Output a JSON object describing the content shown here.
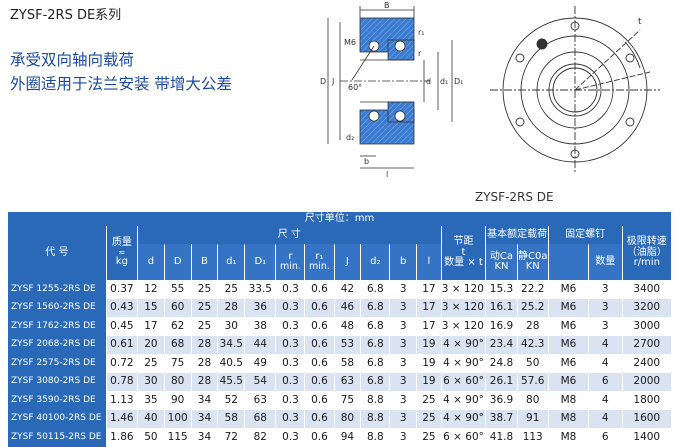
{
  "header": {
    "series_title": "ZYSF-2RS DE系列",
    "features": [
      "承受双向轴向载荷",
      "外圈适用于法兰安装  带增大公差"
    ]
  },
  "drawing": {
    "caption": "ZYSF-2RS DE",
    "section_labels": {
      "B": "B",
      "r1": "r₁",
      "M6": "M6",
      "r": "r",
      "angle": "60°",
      "D": "D",
      "J": "J",
      "d": "d",
      "d1": "d₁",
      "D1": "D₁",
      "d2": "d₂",
      "b": "b",
      "l": "l"
    },
    "front_labels": {
      "t": "t"
    },
    "colors": {
      "hatch": "#3b7bd0",
      "line": "#333333"
    }
  },
  "table": {
    "header": {
      "dim_unit": "尺寸单位：mm",
      "code": "代   号",
      "mass": "质量",
      "mass_sym": "≈",
      "mass_unit": "kg",
      "dims": "尺    寸",
      "d": "d",
      "D": "D",
      "B": "B",
      "d1": "d₁",
      "D1": "D₁",
      "r": "r",
      "r_min": "min.",
      "r1": "r₁",
      "r1_min": "min.",
      "J": "J",
      "d2": "d₂",
      "b": "b",
      "l": "l",
      "pitch": "节距",
      "pitch_t": "t",
      "pitch_sub": "数量 × t",
      "load": "基本额定载荷",
      "dyn": "动Ca",
      "dyn_unit": "KN",
      "stat": "静C0a",
      "stat_unit": "KN",
      "screw": "固定螺钉",
      "screw_qty": "数量",
      "speed": "极限转速",
      "speed_sub": "（油脂）",
      "speed_unit": "r/min"
    },
    "rows": [
      {
        "code": "ZYSF 1255-2RS DE",
        "mass": "0.37",
        "d": "12",
        "D": "55",
        "B": "25",
        "d1": "25",
        "D1": "33.5",
        "r": "0.3",
        "r1": "0.6",
        "J": "42",
        "d2": "6.8",
        "b": "3",
        "l": "17",
        "pitch": "3 × 120°",
        "ca": "15.3",
        "c0a": "22.2",
        "screw": "M6",
        "qty": "3",
        "speed": "3400"
      },
      {
        "code": "ZYSF 1560-2RS DE",
        "mass": "0.43",
        "d": "15",
        "D": "60",
        "B": "25",
        "d1": "28",
        "D1": "36",
        "r": "0.3",
        "r1": "0.6",
        "J": "46",
        "d2": "6.8",
        "b": "3",
        "l": "17",
        "pitch": "3 × 120°",
        "ca": "16.1",
        "c0a": "25.2",
        "screw": "M6",
        "qty": "3",
        "speed": "3200"
      },
      {
        "code": "ZYSF 1762-2RS DE",
        "mass": "0.45",
        "d": "17",
        "D": "62",
        "B": "25",
        "d1": "30",
        "D1": "38",
        "r": "0.3",
        "r1": "0.6",
        "J": "48",
        "d2": "6.8",
        "b": "3",
        "l": "17",
        "pitch": "3 × 120°",
        "ca": "16.9",
        "c0a": "28",
        "screw": "M6",
        "qty": "3",
        "speed": "3000"
      },
      {
        "code": "ZYSF 2068-2RS DE",
        "mass": "0.61",
        "d": "20",
        "D": "68",
        "B": "28",
        "d1": "34.5",
        "D1": "44",
        "r": "0.3",
        "r1": "0.6",
        "J": "53",
        "d2": "6.8",
        "b": "3",
        "l": "19",
        "pitch": "4 × 90°",
        "ca": "23.4",
        "c0a": "42.3",
        "screw": "M6",
        "qty": "4",
        "speed": "2700"
      },
      {
        "code": "ZYSF 2575-2RS DE",
        "mass": "0.72",
        "d": "25",
        "D": "75",
        "B": "28",
        "d1": "40.5",
        "D1": "49",
        "r": "0.3",
        "r1": "0.6",
        "J": "58",
        "d2": "6.8",
        "b": "3",
        "l": "19",
        "pitch": "4 × 90°",
        "ca": "24.8",
        "c0a": "50",
        "screw": "M6",
        "qty": "4",
        "speed": "2400"
      },
      {
        "code": "ZYSF 3080-2RS DE",
        "mass": "0.78",
        "d": "30",
        "D": "80",
        "B": "28",
        "d1": "45.5",
        "D1": "54",
        "r": "0.3",
        "r1": "0.6",
        "J": "63",
        "d2": "6.8",
        "b": "3",
        "l": "19",
        "pitch": "6 × 60°",
        "ca": "26.1",
        "c0a": "57.6",
        "screw": "M6",
        "qty": "6",
        "speed": "2000"
      },
      {
        "code": "ZYSF 3590-2RS DE",
        "mass": "1.13",
        "d": "35",
        "D": "90",
        "B": "34",
        "d1": "52",
        "D1": "63",
        "r": "0.3",
        "r1": "0.6",
        "J": "75",
        "d2": "8.8",
        "b": "3",
        "l": "25",
        "pitch": "4 × 90°",
        "ca": "36.9",
        "c0a": "80",
        "screw": "M8",
        "qty": "4",
        "speed": "1800"
      },
      {
        "code": "ZYSF 40100-2RS DE",
        "mass": "1.46",
        "d": "40",
        "D": "100",
        "B": "34",
        "d1": "58",
        "D1": "68",
        "r": "0.3",
        "r1": "0.6",
        "J": "80",
        "d2": "8.8",
        "b": "3",
        "l": "25",
        "pitch": "4 × 90°",
        "ca": "38.7",
        "c0a": "91",
        "screw": "M8",
        "qty": "4",
        "speed": "1600"
      },
      {
        "code": "ZYSF 50115-2RS DE",
        "mass": "1.86",
        "d": "50",
        "D": "115",
        "B": "34",
        "d1": "72",
        "D1": "82",
        "r": "0.3",
        "r1": "0.6",
        "J": "94",
        "d2": "8.8",
        "b": "3",
        "l": "25",
        "pitch": "6 × 60°",
        "ca": "41.8",
        "c0a": "113",
        "screw": "M8",
        "qty": "6",
        "speed": "1400"
      }
    ]
  }
}
